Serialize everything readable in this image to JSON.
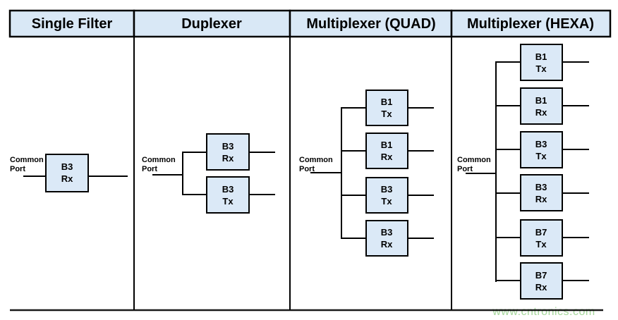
{
  "header": {
    "columns": [
      {
        "label": "Single Filter"
      },
      {
        "label": "Duplexer"
      },
      {
        "label": "Multiplexer (QUAD)"
      },
      {
        "label": "Multiplexer (HEXA)"
      }
    ]
  },
  "diagram": {
    "common_port": {
      "line1": "Common",
      "line2": "Port"
    },
    "columns": [
      {
        "type": "Single Filter",
        "filters": [
          {
            "band": "B3",
            "path": "Rx"
          }
        ]
      },
      {
        "type": "Duplexer",
        "filters": [
          {
            "band": "B3",
            "path": "Rx"
          },
          {
            "band": "B3",
            "path": "Tx"
          }
        ]
      },
      {
        "type": "Multiplexer (QUAD)",
        "filters": [
          {
            "band": "B1",
            "path": "Tx"
          },
          {
            "band": "B1",
            "path": "Rx"
          },
          {
            "band": "B3",
            "path": "Tx"
          },
          {
            "band": "B3",
            "path": "Rx"
          }
        ]
      },
      {
        "type": "Multiplexer (HEXA)",
        "filters": [
          {
            "band": "B1",
            "path": "Tx"
          },
          {
            "band": "B1",
            "path": "Rx"
          },
          {
            "band": "B3",
            "path": "Tx"
          },
          {
            "band": "B3",
            "path": "Rx"
          },
          {
            "band": "B7",
            "path": "Tx"
          },
          {
            "band": "B7",
            "path": "Rx"
          }
        ]
      }
    ]
  },
  "watermark": {
    "text": "www.cntronics.com"
  },
  "colors": {
    "header_fill": "#d9e8f6",
    "box_fill": "#dbe9f7",
    "line": "#000000",
    "watermark_green": "#a5d79b"
  }
}
